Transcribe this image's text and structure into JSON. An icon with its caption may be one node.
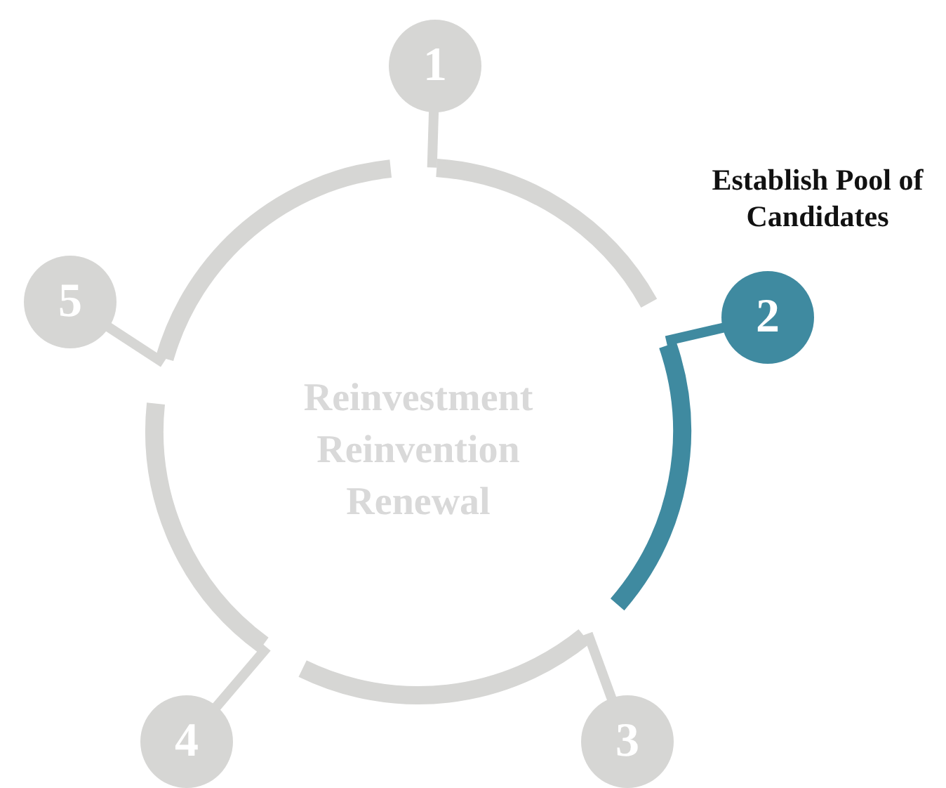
{
  "diagram": {
    "nodes": [
      {
        "text": [
          "1"
        ]
      },
      {
        "text": [
          "2"
        ],
        "beside": [
          "Establish Pool of Candidates"
        ]
      },
      {
        "text": [
          "3"
        ]
      },
      {
        "text": [
          "4"
        ]
      },
      {
        "text": [
          "5"
        ]
      }
    ],
    "labels": [
      "Reinvestment",
      "Reinvention",
      "Renewal"
    ]
  }
}
